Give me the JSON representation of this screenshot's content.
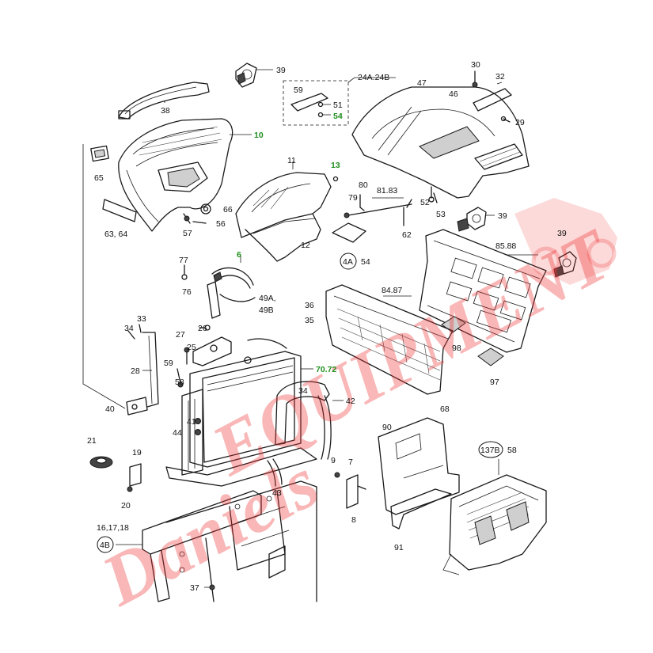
{
  "labels": {
    "l39a": "39",
    "l38": "38",
    "l59": "59",
    "l51": "51",
    "l54": "54",
    "l24": "24A.24B",
    "l47": "47",
    "l46": "46",
    "l30": "30",
    "l32": "32",
    "l29": "29",
    "l10": "10",
    "l65": "65",
    "l6364": "63, 64",
    "l57": "57",
    "l56": "56",
    "l66": "66",
    "l11": "11",
    "l13": "13",
    "l12": "12",
    "l80": "80",
    "l79": "79",
    "l8183": "81.83",
    "l52": "52",
    "l53": "53",
    "l62": "62",
    "l4a": "4A",
    "l54b": "54",
    "l39b": "39",
    "l8588": "85.88",
    "l39c": "39",
    "l77": "77",
    "l6": "6",
    "l76": "76",
    "l49a": "49A,",
    "l49b": "49B",
    "l36": "36",
    "l35": "35",
    "l8487": "84.87",
    "l98": "98",
    "l97": "97",
    "l33": "33",
    "l34a": "34",
    "l27": "27",
    "l26": "26",
    "l25": "25",
    "l28": "28",
    "l59b": "59",
    "l58": "58",
    "l7072": "70.72",
    "l34b": "34",
    "l42": "42",
    "l68": "68",
    "l40": "40",
    "l41": "41",
    "l44": "44",
    "l21": "21",
    "l19": "19",
    "l20": "20",
    "l90": "90",
    "l9": "9",
    "l7": "7",
    "l43": "43",
    "l8": "8",
    "l137b": "137B",
    "l58b": "58",
    "l161718": "16,17,18",
    "l4b": "4B",
    "l91": "91",
    "l37": "37"
  },
  "colors": {
    "highlight": "#1f8f1f",
    "watermark": "#e33333",
    "line": "#1a1a1a"
  }
}
